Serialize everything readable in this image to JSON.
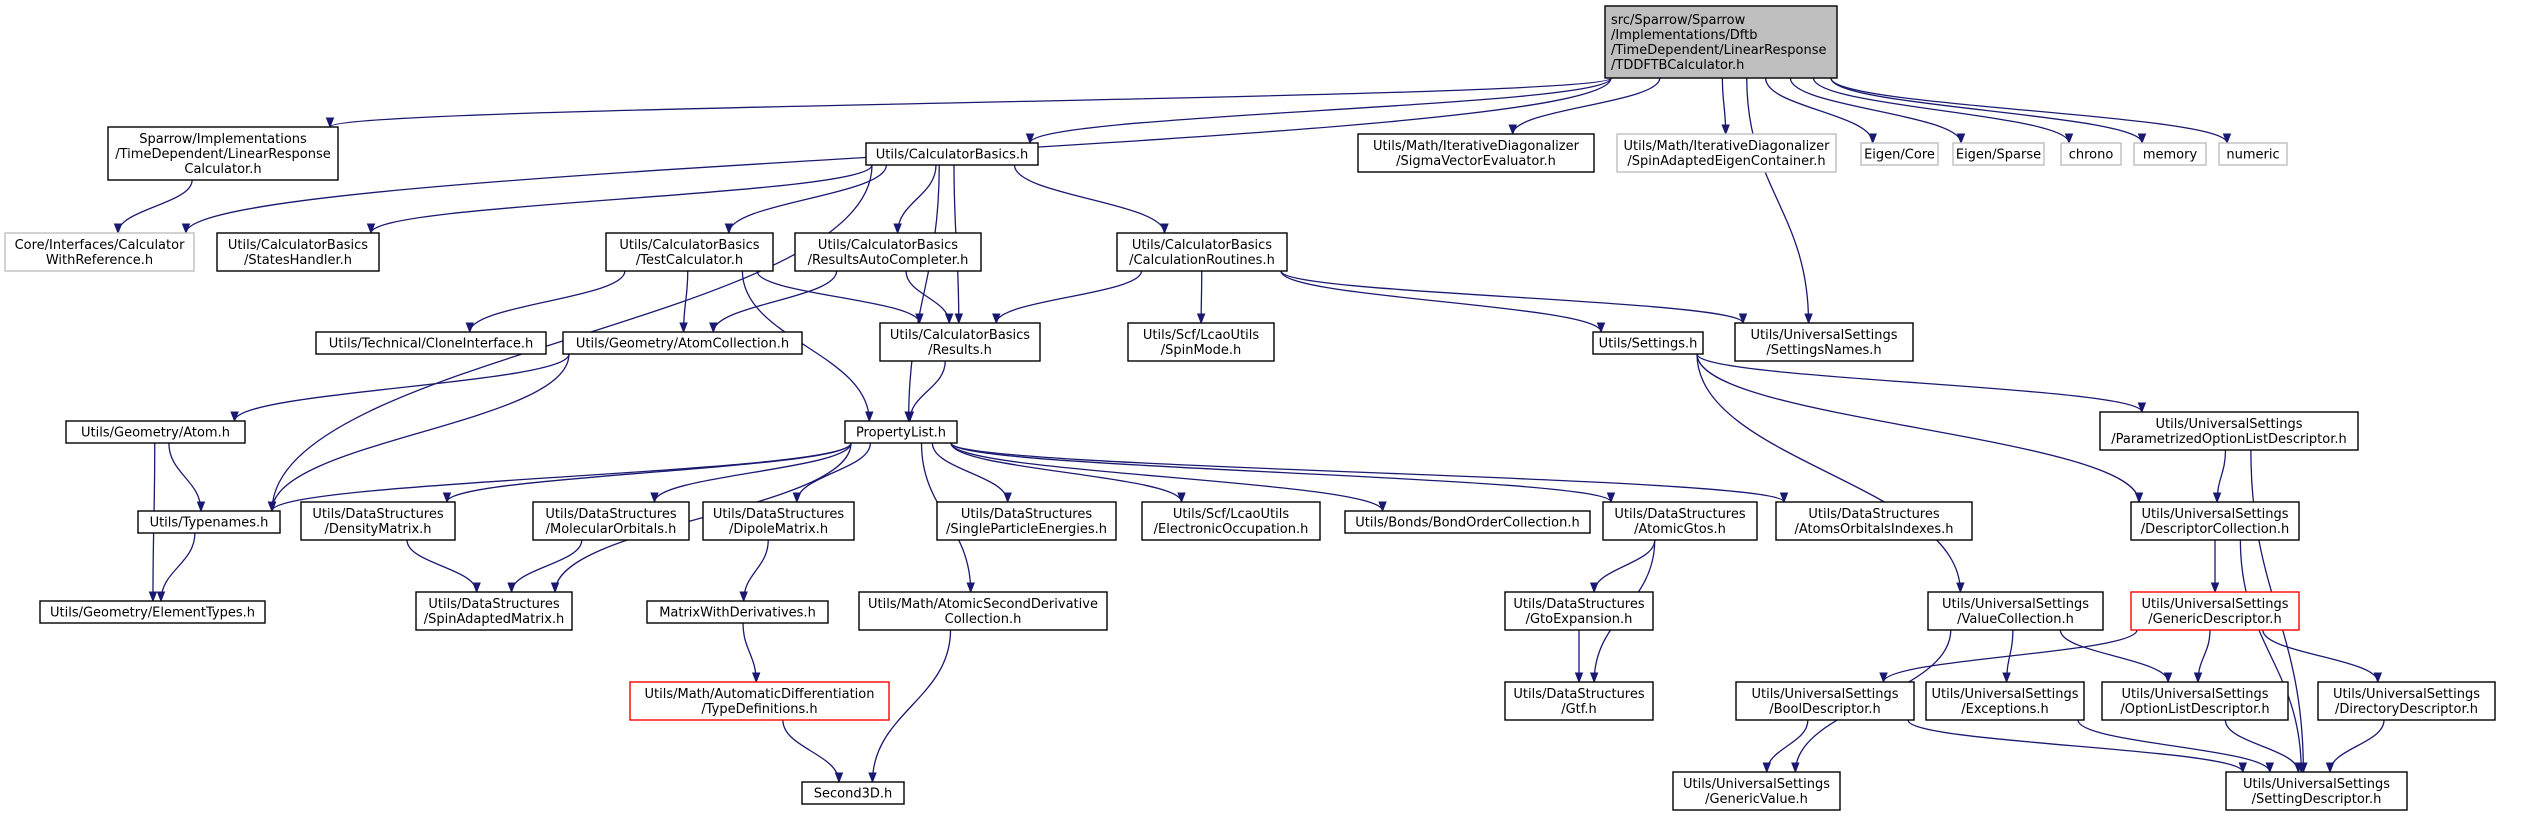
{
  "colors": {
    "edge": "#191970",
    "main_fill": "#bfbfbf",
    "main_border": "#000000",
    "normal_border": "#000000",
    "missing_border": "#bfbfbf",
    "highlight_border": "#ff0000"
  },
  "nodes": {
    "n_root": {
      "style": "main",
      "lines": [
        "src/Sparrow/Sparrow",
        "/Implementations/Dftb",
        "/TimeDependent/LinearResponse",
        "/TDDFTBCalculator.h"
      ]
    },
    "n_lrcalc": {
      "style": "normal",
      "lines": [
        "Sparrow/Implementations",
        "/TimeDependent/LinearResponse",
        "Calculator.h"
      ]
    },
    "n_calcbasics": {
      "style": "normal",
      "lines": [
        "Utils/CalculatorBasics.h"
      ]
    },
    "n_sigma": {
      "style": "normal",
      "lines": [
        "Utils/Math/IterativeDiagonalizer",
        "/SigmaVectorEvaluator.h"
      ]
    },
    "n_spinadaptedeigen": {
      "style": "missing",
      "lines": [
        "Utils/Math/IterativeDiagonalizer",
        "/SpinAdaptedEigenContainer.h"
      ]
    },
    "n_eigencore": {
      "style": "missing",
      "lines": [
        "Eigen/Core"
      ]
    },
    "n_eigensparse": {
      "style": "missing",
      "lines": [
        "Eigen/Sparse"
      ]
    },
    "n_chrono": {
      "style": "missing",
      "lines": [
        "chrono"
      ]
    },
    "n_memory": {
      "style": "missing",
      "lines": [
        "memory"
      ]
    },
    "n_numeric": {
      "style": "missing",
      "lines": [
        "numeric"
      ]
    },
    "n_calcwithref": {
      "style": "missing",
      "lines": [
        "Core/Interfaces/Calculator",
        "WithReference.h"
      ]
    },
    "n_stateshandler": {
      "style": "normal",
      "lines": [
        "Utils/CalculatorBasics",
        "/StatesHandler.h"
      ]
    },
    "n_testcalc": {
      "style": "normal",
      "lines": [
        "Utils/CalculatorBasics",
        "/TestCalculator.h"
      ]
    },
    "n_resultsauto": {
      "style": "normal",
      "lines": [
        "Utils/CalculatorBasics",
        "/ResultsAutoCompleter.h"
      ]
    },
    "n_calcroutines": {
      "style": "normal",
      "lines": [
        "Utils/CalculatorBasics",
        "/CalculationRoutines.h"
      ]
    },
    "n_settingsnames": {
      "style": "normal",
      "lines": [
        "Utils/UniversalSettings",
        "/SettingsNames.h"
      ]
    },
    "n_clone": {
      "style": "normal",
      "lines": [
        "Utils/Technical/CloneInterface.h"
      ]
    },
    "n_atomcoll": {
      "style": "normal",
      "lines": [
        "Utils/Geometry/AtomCollection.h"
      ]
    },
    "n_results": {
      "style": "normal",
      "lines": [
        "Utils/CalculatorBasics",
        "/Results.h"
      ]
    },
    "n_spinmode": {
      "style": "normal",
      "lines": [
        "Utils/Scf/LcaoUtils",
        "/SpinMode.h"
      ]
    },
    "n_settings": {
      "style": "normal",
      "lines": [
        "Utils/Settings.h"
      ]
    },
    "n_atom": {
      "style": "normal",
      "lines": [
        "Utils/Geometry/Atom.h"
      ]
    },
    "n_proplist": {
      "style": "normal",
      "lines": [
        "PropertyList.h"
      ]
    },
    "n_paramoption": {
      "style": "normal",
      "lines": [
        "Utils/UniversalSettings",
        "/ParametrizedOptionListDescriptor.h"
      ]
    },
    "n_typenames": {
      "style": "normal",
      "lines": [
        "Utils/Typenames.h"
      ]
    },
    "n_densitymatrix": {
      "style": "normal",
      "lines": [
        "Utils/DataStructures",
        "/DensityMatrix.h"
      ]
    },
    "n_molorbitals": {
      "style": "normal",
      "lines": [
        "Utils/DataStructures",
        "/MolecularOrbitals.h"
      ]
    },
    "n_dipolematrix": {
      "style": "normal",
      "lines": [
        "Utils/DataStructures",
        "/DipoleMatrix.h"
      ]
    },
    "n_singleparticle": {
      "style": "normal",
      "lines": [
        "Utils/DataStructures",
        "/SingleParticleEnergies.h"
      ]
    },
    "n_electronicocc": {
      "style": "normal",
      "lines": [
        "Utils/Scf/LcaoUtils",
        "/ElectronicOccupation.h"
      ]
    },
    "n_bondorder": {
      "style": "normal",
      "lines": [
        "Utils/Bonds/BondOrderCollection.h"
      ]
    },
    "n_atomicgtos": {
      "style": "normal",
      "lines": [
        "Utils/DataStructures",
        "/AtomicGtos.h"
      ]
    },
    "n_atomsorbitals": {
      "style": "normal",
      "lines": [
        "Utils/DataStructures",
        "/AtomsOrbitalsIndexes.h"
      ]
    },
    "n_descriptorcoll": {
      "style": "normal",
      "lines": [
        "Utils/UniversalSettings",
        "/DescriptorCollection.h"
      ]
    },
    "n_elementtypes": {
      "style": "normal",
      "lines": [
        "Utils/Geometry/ElementTypes.h"
      ]
    },
    "n_spinadaptedmatrix": {
      "style": "normal",
      "lines": [
        "Utils/DataStructures",
        "/SpinAdaptedMatrix.h"
      ]
    },
    "n_matrixderiv": {
      "style": "normal",
      "lines": [
        "MatrixWithDerivatives.h"
      ]
    },
    "n_atomicsecond": {
      "style": "normal",
      "lines": [
        "Utils/Math/AtomicSecondDerivative",
        "Collection.h"
      ]
    },
    "n_gtoexpansion": {
      "style": "normal",
      "lines": [
        "Utils/DataStructures",
        "/GtoExpansion.h"
      ]
    },
    "n_valuecoll": {
      "style": "normal",
      "lines": [
        "Utils/UniversalSettings",
        "/ValueCollection.h"
      ]
    },
    "n_genericdesc": {
      "style": "red",
      "lines": [
        "Utils/UniversalSettings",
        "/GenericDescriptor.h"
      ]
    },
    "n_autodiff": {
      "style": "red",
      "lines": [
        "Utils/Math/AutomaticDifferentiation",
        "/TypeDefinitions.h"
      ]
    },
    "n_gtf": {
      "style": "normal",
      "lines": [
        "Utils/DataStructures",
        "/Gtf.h"
      ]
    },
    "n_booldesc": {
      "style": "normal",
      "lines": [
        "Utils/UniversalSettings",
        "/BoolDescriptor.h"
      ]
    },
    "n_exceptions": {
      "style": "normal",
      "lines": [
        "Utils/UniversalSettings",
        "/Exceptions.h"
      ]
    },
    "n_optionlist": {
      "style": "normal",
      "lines": [
        "Utils/UniversalSettings",
        "/OptionListDescriptor.h"
      ]
    },
    "n_directorydesc": {
      "style": "normal",
      "lines": [
        "Utils/UniversalSettings",
        "/DirectoryDescriptor.h"
      ]
    },
    "n_second3d": {
      "style": "normal",
      "lines": [
        "Second3D.h"
      ]
    },
    "n_genericvalue": {
      "style": "normal",
      "lines": [
        "Utils/UniversalSettings",
        "/GenericValue.h"
      ]
    },
    "n_settingdesc": {
      "style": "normal",
      "lines": [
        "Utils/UniversalSettings",
        "/SettingDescriptor.h"
      ]
    }
  },
  "edges": [
    [
      "n_root",
      "n_lrcalc"
    ],
    [
      "n_root",
      "n_calcbasics"
    ],
    [
      "n_root",
      "n_sigma"
    ],
    [
      "n_root",
      "n_spinadaptedeigen"
    ],
    [
      "n_root",
      "n_eigencore"
    ],
    [
      "n_root",
      "n_eigensparse"
    ],
    [
      "n_root",
      "n_chrono"
    ],
    [
      "n_root",
      "n_memory"
    ],
    [
      "n_root",
      "n_numeric"
    ],
    [
      "n_root",
      "n_calcwithref"
    ],
    [
      "n_root",
      "n_settingsnames"
    ],
    [
      "n_lrcalc",
      "n_calcwithref"
    ],
    [
      "n_calcbasics",
      "n_stateshandler"
    ],
    [
      "n_calcbasics",
      "n_testcalc"
    ],
    [
      "n_calcbasics",
      "n_resultsauto"
    ],
    [
      "n_calcbasics",
      "n_calcroutines"
    ],
    [
      "n_calcbasics",
      "n_results"
    ],
    [
      "n_calcbasics",
      "n_proplist"
    ],
    [
      "n_calcbasics",
      "n_typenames"
    ],
    [
      "n_testcalc",
      "n_clone"
    ],
    [
      "n_testcalc",
      "n_atomcoll"
    ],
    [
      "n_testcalc",
      "n_results"
    ],
    [
      "n_testcalc",
      "n_proplist"
    ],
    [
      "n_resultsauto",
      "n_atomcoll"
    ],
    [
      "n_resultsauto",
      "n_results"
    ],
    [
      "n_calcroutines",
      "n_results"
    ],
    [
      "n_calcroutines",
      "n_spinmode"
    ],
    [
      "n_calcroutines",
      "n_settings"
    ],
    [
      "n_calcroutines",
      "n_settingsnames"
    ],
    [
      "n_atomcoll",
      "n_atom"
    ],
    [
      "n_atomcoll",
      "n_typenames"
    ],
    [
      "n_results",
      "n_proplist"
    ],
    [
      "n_settings",
      "n_paramoption"
    ],
    [
      "n_settings",
      "n_descriptorcoll"
    ],
    [
      "n_settings",
      "n_valuecoll"
    ],
    [
      "n_atom",
      "n_typenames"
    ],
    [
      "n_atom",
      "n_elementtypes"
    ],
    [
      "n_proplist",
      "n_typenames"
    ],
    [
      "n_proplist",
      "n_densitymatrix"
    ],
    [
      "n_proplist",
      "n_molorbitals"
    ],
    [
      "n_proplist",
      "n_dipolematrix"
    ],
    [
      "n_proplist",
      "n_singleparticle"
    ],
    [
      "n_proplist",
      "n_electronicocc"
    ],
    [
      "n_proplist",
      "n_bondorder"
    ],
    [
      "n_proplist",
      "n_atomicgtos"
    ],
    [
      "n_proplist",
      "n_atomsorbitals"
    ],
    [
      "n_proplist",
      "n_spinadaptedmatrix"
    ],
    [
      "n_proplist",
      "n_atomicsecond"
    ],
    [
      "n_paramoption",
      "n_descriptorcoll"
    ],
    [
      "n_paramoption",
      "n_settingdesc"
    ],
    [
      "n_typenames",
      "n_elementtypes"
    ],
    [
      "n_densitymatrix",
      "n_spinadaptedmatrix"
    ],
    [
      "n_molorbitals",
      "n_spinadaptedmatrix"
    ],
    [
      "n_dipolematrix",
      "n_matrixderiv"
    ],
    [
      "n_atomicgtos",
      "n_gtoexpansion"
    ],
    [
      "n_atomicgtos",
      "n_gtf"
    ],
    [
      "n_descriptorcoll",
      "n_genericdesc"
    ],
    [
      "n_descriptorcoll",
      "n_settingdesc"
    ],
    [
      "n_matrixderiv",
      "n_autodiff"
    ],
    [
      "n_atomicsecond",
      "n_second3d"
    ],
    [
      "n_gtoexpansion",
      "n_gtf"
    ],
    [
      "n_valuecoll",
      "n_genericvalue"
    ],
    [
      "n_valuecoll",
      "n_exceptions"
    ],
    [
      "n_valuecoll",
      "n_optionlist"
    ],
    [
      "n_genericdesc",
      "n_booldesc"
    ],
    [
      "n_genericdesc",
      "n_optionlist"
    ],
    [
      "n_genericdesc",
      "n_directorydesc"
    ],
    [
      "n_autodiff",
      "n_second3d"
    ],
    [
      "n_booldesc",
      "n_genericvalue"
    ],
    [
      "n_booldesc",
      "n_settingdesc"
    ],
    [
      "n_exceptions",
      "n_settingdesc"
    ],
    [
      "n_optionlist",
      "n_settingdesc"
    ],
    [
      "n_directorydesc",
      "n_settingdesc"
    ]
  ]
}
